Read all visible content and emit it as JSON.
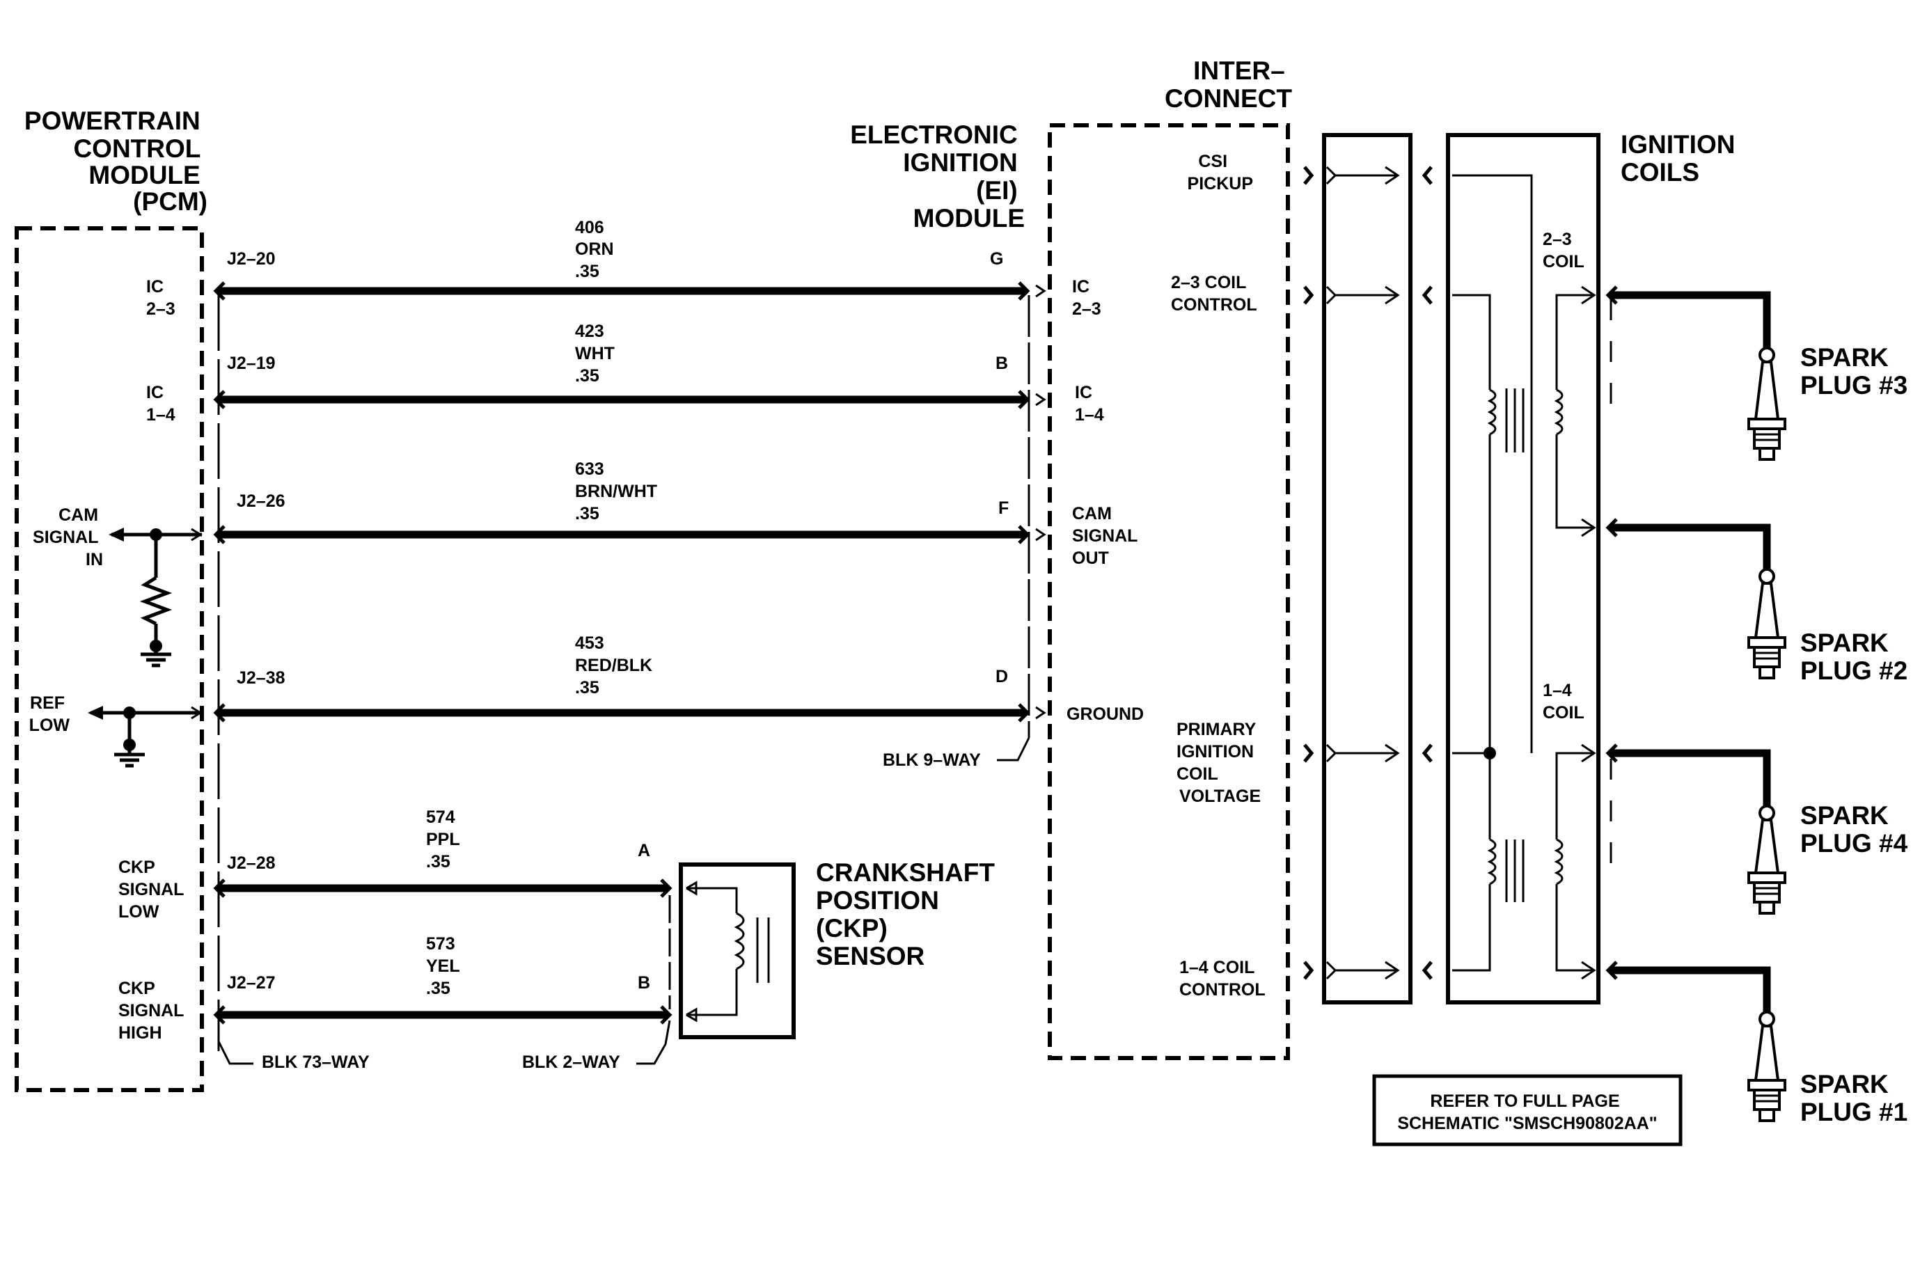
{
  "pcm": {
    "title_lines": [
      "POWERTRAIN",
      "CONTROL",
      "MODULE",
      "(PCM)"
    ],
    "pins": [
      {
        "label": [
          "IC",
          "2–3"
        ]
      },
      {
        "label": [
          "IC",
          "1–4"
        ]
      },
      {
        "label": [
          "CAM",
          "SIGNAL",
          "IN"
        ]
      },
      {
        "label": [
          "REF",
          "LOW"
        ]
      },
      {
        "label": [
          "CKP",
          "SIGNAL",
          "LOW"
        ]
      },
      {
        "label": [
          "CKP",
          "SIGNAL",
          "HIGH"
        ]
      }
    ],
    "connector": "BLK 73–WAY"
  },
  "ei_module": {
    "title_lines": [
      "ELECTRONIC",
      "IGNITION",
      "(EI)",
      "MODULE"
    ],
    "pins": [
      {
        "label": [
          "IC",
          "2–3"
        ]
      },
      {
        "label": [
          "IC",
          "1–4"
        ]
      },
      {
        "label": [
          "CAM",
          "SIGNAL",
          "OUT"
        ]
      },
      {
        "label": [
          "GROUND"
        ]
      }
    ],
    "connector": "BLK 9–WAY",
    "interconnect_labels": [
      [
        "CSI",
        "PICKUP"
      ],
      [
        "2–3 COIL",
        "CONTROL"
      ],
      [
        "PRIMARY",
        "IGNITION",
        "COIL",
        "VOLTAGE"
      ],
      [
        "1–4 COIL",
        "CONTROL"
      ]
    ]
  },
  "interconnect": {
    "title_lines": [
      "INTER–",
      "CONNECT"
    ]
  },
  "wires": [
    {
      "pcm_pin": "J2–20",
      "circuit": "406",
      "color": "ORN",
      "size": ".35",
      "terminal": "G"
    },
    {
      "pcm_pin": "J2–19",
      "circuit": "423",
      "color": "WHT",
      "size": ".35",
      "terminal": "B"
    },
    {
      "pcm_pin": "J2–26",
      "circuit": "633",
      "color": "BRN/WHT",
      "size": ".35",
      "terminal": "F"
    },
    {
      "pcm_pin": "J2–38",
      "circuit": "453",
      "color": "RED/BLK",
      "size": ".35",
      "terminal": "D"
    },
    {
      "pcm_pin": "J2–28",
      "circuit": "574",
      "color": "PPL",
      "size": ".35",
      "terminal": "A"
    },
    {
      "pcm_pin": "J2–27",
      "circuit": "573",
      "color": "YEL",
      "size": ".35",
      "terminal": "B"
    }
  ],
  "ckp_sensor": {
    "title_lines": [
      "CRANKSHAFT",
      "POSITION",
      "(CKP)",
      "SENSOR"
    ],
    "connector": "BLK 2–WAY"
  },
  "ignition_coils": {
    "title_lines": [
      "IGNITION",
      "COILS"
    ],
    "coil_23": [
      "2–3",
      "COIL"
    ],
    "coil_14": [
      "1–4",
      "COIL"
    ]
  },
  "spark_plugs": [
    {
      "lines": [
        "SPARK",
        "PLUG #3"
      ]
    },
    {
      "lines": [
        "SPARK",
        "PLUG #2"
      ]
    },
    {
      "lines": [
        "SPARK",
        "PLUG #4"
      ]
    },
    {
      "lines": [
        "SPARK",
        "PLUG #1"
      ]
    }
  ],
  "note": {
    "lines": [
      "REFER TO FULL PAGE",
      "SCHEMATIC \"SMSCH90802AA\""
    ]
  }
}
